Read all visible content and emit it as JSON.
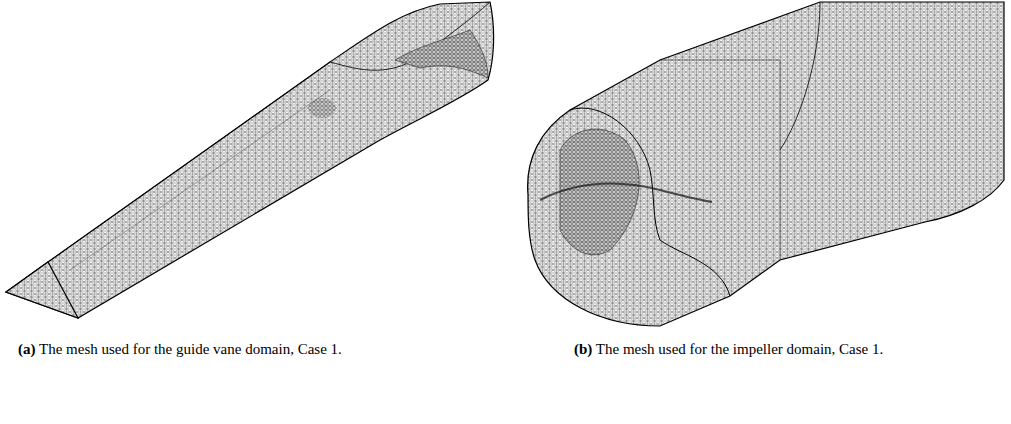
{
  "diagram": {
    "labels": [
      "(a)",
      "The mesh used for the guide vane domain, Case 1.",
      "(b)",
      "The mesh used for the impeller domain, Case 1."
    ]
  }
}
